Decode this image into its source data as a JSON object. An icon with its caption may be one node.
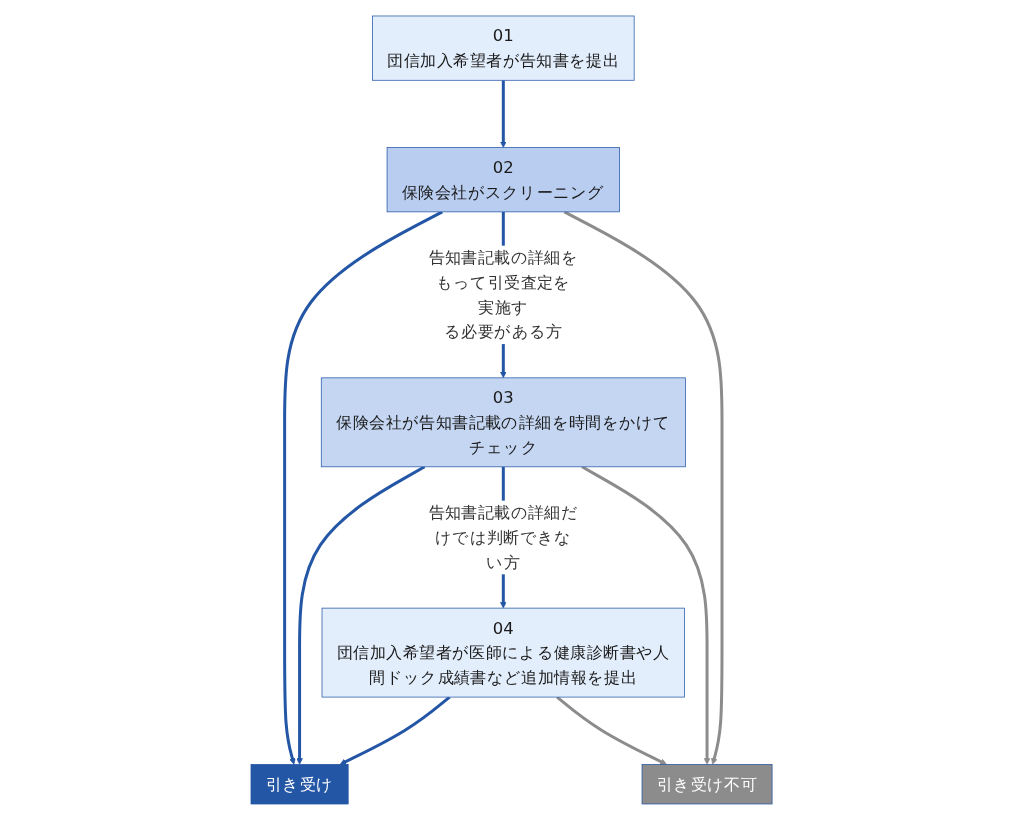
{
  "diagram": {
    "nodes": [
      {
        "text": [
          "01",
          "団信加入希望者が告知書を提出"
        ]
      },
      {
        "text": [
          "02",
          "保険会社がスクリーニング"
        ]
      },
      {
        "text": [
          "03",
          "保険会社が告知書記載の詳細を時間をかけてチェック"
        ]
      },
      {
        "text": [
          "04",
          "団信加入希望者が医師による健康診断書や人間ドック成績書など追加情報を提出"
        ]
      },
      {
        "text": [
          "引き受け"
        ]
      },
      {
        "text": [
          "引き受け不可"
        ]
      }
    ],
    "edges": [
      {
        "from": 0,
        "to": 1,
        "arrow": "to"
      },
      {
        "from": 1,
        "to": 2,
        "arrow": "to",
        "label": "告知書記載の詳細をもって引受査定を実施する必要がある方"
      },
      {
        "from": 2,
        "to": 3,
        "arrow": "to",
        "label": "告知書記載の詳細だけでは判断できない方"
      },
      {
        "from": 1,
        "to": 4,
        "arrow": "to"
      },
      {
        "from": 2,
        "to": 4,
        "arrow": "to"
      },
      {
        "from": 3,
        "to": 4,
        "arrow": "to"
      },
      {
        "from": 3,
        "to": 5,
        "arrow": "to",
        "color": "#8c8c8c"
      },
      {
        "from": 2,
        "to": 5,
        "arrow": "to",
        "color": "#8c8c8c"
      },
      {
        "from": 1,
        "to": 5,
        "arrow": "to",
        "color": "#8c8c8c"
      }
    ]
  }
}
